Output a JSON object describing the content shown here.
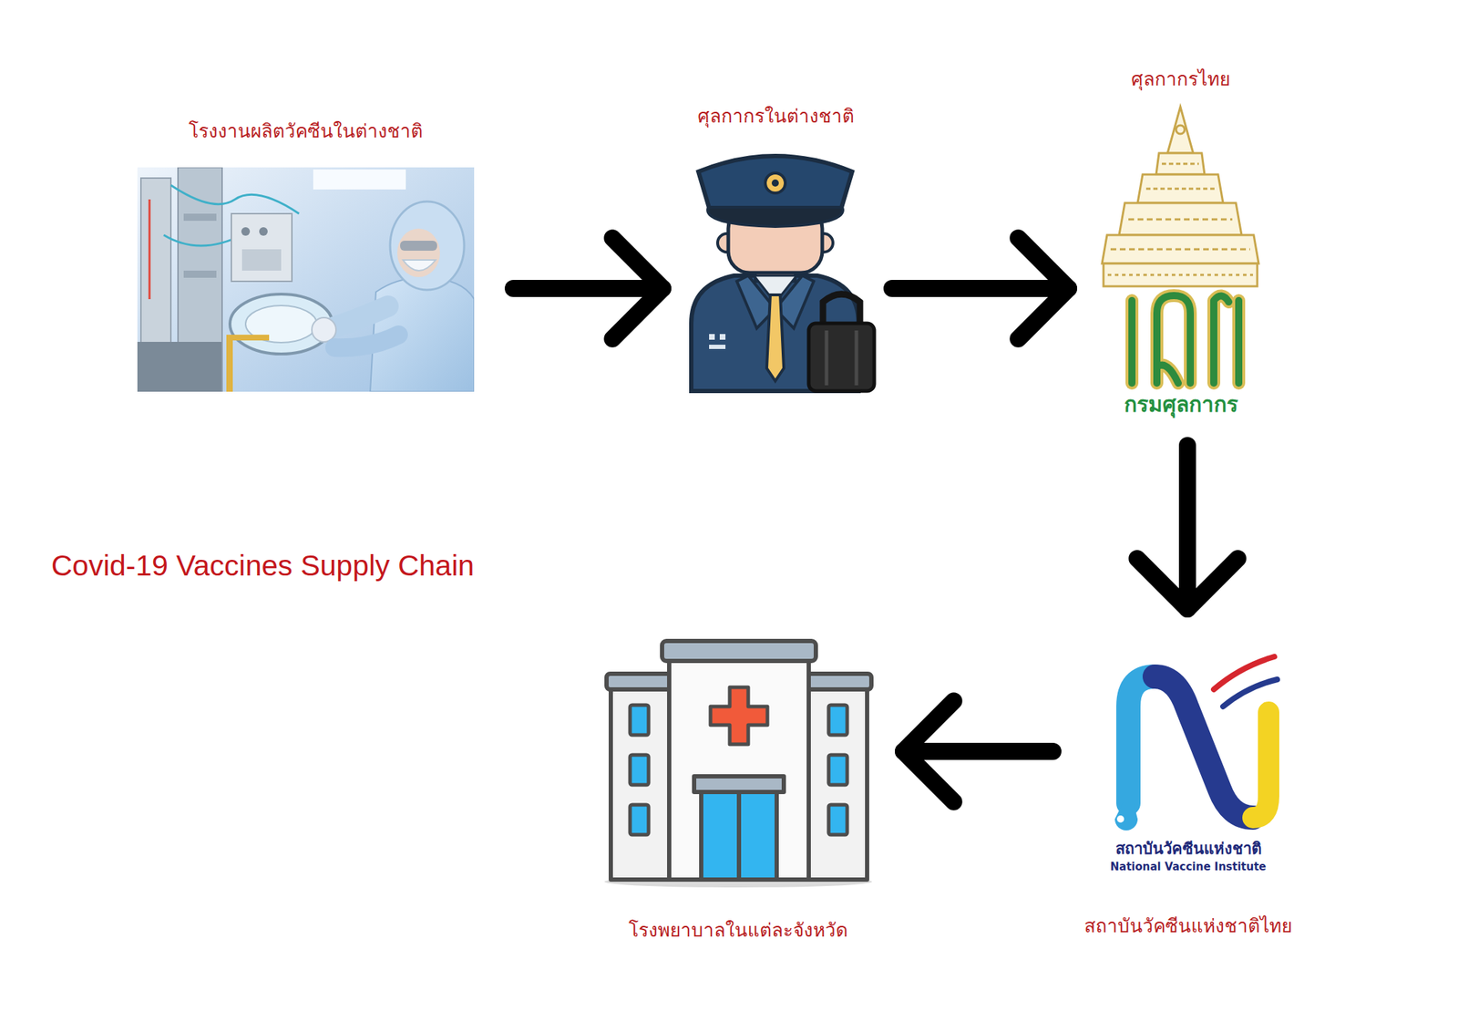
{
  "diagram": {
    "title": "Covid-19 Vaccines Supply Chain",
    "nodes": [
      {
        "text": [
          "โรงงานผลิตวัคซีนในต่างชาติ"
        ]
      },
      {
        "text": [
          "ศุลกากรในต่างชาติ"
        ]
      },
      {
        "text": [
          "ศุลกากรไทย",
          "กรมศุลกากร"
        ]
      },
      {
        "text": [
          "สถาบันวัคซีนแห่งชาติ",
          "National Vaccine Institute",
          "สถาบันวัคซีนแห่งชาติไทย"
        ]
      },
      {
        "text": [
          "โรงพยาบาลในแต่ละจังหวัด"
        ]
      }
    ],
    "edges": [
      {
        "from": 0,
        "to": 1,
        "arrow": "to"
      },
      {
        "from": 1,
        "to": 2,
        "arrow": "to"
      },
      {
        "from": 2,
        "to": 3,
        "arrow": "to"
      },
      {
        "from": 3,
        "to": 4,
        "arrow": "to"
      }
    ]
  }
}
